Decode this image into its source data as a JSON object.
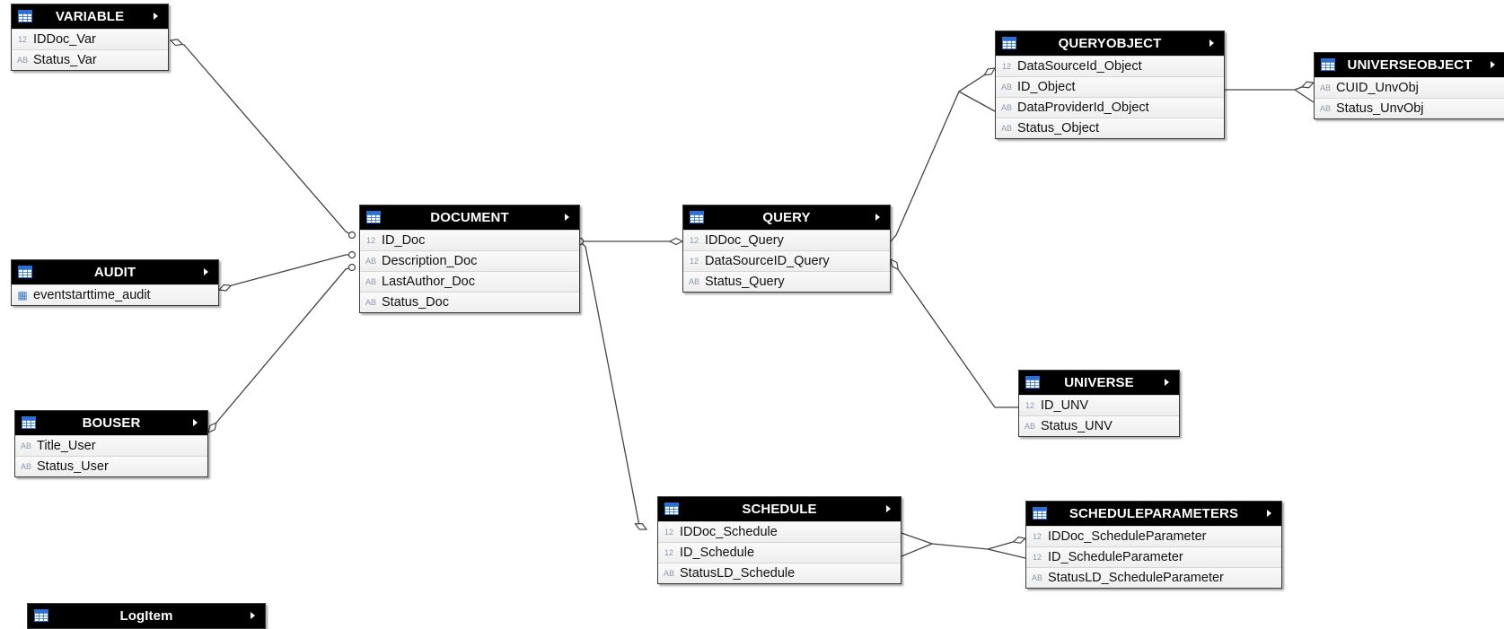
{
  "entities": {
    "variable": {
      "title": "VARIABLE",
      "fields": [
        {
          "type": "12",
          "name": "IDDoc_Var",
          "key": false
        },
        {
          "type": "AB",
          "name": "Status_Var",
          "key": true
        }
      ]
    },
    "audit": {
      "title": "AUDIT",
      "fields": [
        {
          "type": "date",
          "name": "eventstarttime_audit",
          "key": false
        }
      ]
    },
    "bouser": {
      "title": "BOUSER",
      "fields": [
        {
          "type": "AB",
          "name": "Title_User",
          "key": false
        },
        {
          "type": "AB",
          "name": "Status_User",
          "key": true
        }
      ]
    },
    "logitem": {
      "title": "LogItem",
      "fields": []
    },
    "document": {
      "title": "DOCUMENT",
      "fields": [
        {
          "type": "12",
          "name": "ID_Doc",
          "key": false
        },
        {
          "type": "AB",
          "name": "Description_Doc",
          "key": false
        },
        {
          "type": "AB",
          "name": "LastAuthor_Doc",
          "key": false
        },
        {
          "type": "AB",
          "name": "Status_Doc",
          "key": true
        }
      ]
    },
    "query": {
      "title": "QUERY",
      "fields": [
        {
          "type": "12",
          "name": "IDDoc_Query",
          "key": false
        },
        {
          "type": "12",
          "name": "DataSourceID_Query",
          "key": false
        },
        {
          "type": "AB",
          "name": "Status_Query",
          "key": true
        }
      ]
    },
    "queryobject": {
      "title": "QUERYOBJECT",
      "fields": [
        {
          "type": "12",
          "name": "DataSourceId_Object",
          "key": false
        },
        {
          "type": "AB",
          "name": "ID_Object",
          "key": false
        },
        {
          "type": "AB",
          "name": "DataProviderId_Object",
          "key": false
        },
        {
          "type": "AB",
          "name": "Status_Object",
          "key": true
        }
      ]
    },
    "universeobject": {
      "title": "UNIVERSEOBJECT",
      "fields": [
        {
          "type": "AB",
          "name": "CUID_UnvObj",
          "key": false
        },
        {
          "type": "AB",
          "name": "Status_UnvObj",
          "key": true
        }
      ]
    },
    "universe": {
      "title": "UNIVERSE",
      "fields": [
        {
          "type": "12",
          "name": "ID_UNV",
          "key": false
        },
        {
          "type": "AB",
          "name": "Status_UNV",
          "key": true
        }
      ]
    },
    "schedule": {
      "title": "SCHEDULE",
      "fields": [
        {
          "type": "12",
          "name": "IDDoc_Schedule",
          "key": false
        },
        {
          "type": "12",
          "name": "ID_Schedule",
          "key": false
        },
        {
          "type": "AB",
          "name": "StatusLD_Schedule",
          "key": true
        }
      ]
    },
    "scheduleparameters": {
      "title": "SCHEDULEPARAMETERS",
      "fields": [
        {
          "type": "12",
          "name": "IDDoc_ScheduleParameter",
          "key": false
        },
        {
          "type": "12",
          "name": "ID_ScheduleParameter",
          "key": false
        },
        {
          "type": "AB",
          "name": "StatusLD_ScheduleParameter",
          "key": true
        }
      ]
    }
  },
  "relationships": [
    {
      "from": "variable",
      "to": "document"
    },
    {
      "from": "audit",
      "to": "document"
    },
    {
      "from": "bouser",
      "to": "document"
    },
    {
      "from": "document",
      "to": "query"
    },
    {
      "from": "document",
      "to": "schedule"
    },
    {
      "from": "query",
      "to": "queryobject"
    },
    {
      "from": "query",
      "to": "universe"
    },
    {
      "from": "queryobject",
      "to": "universeobject"
    },
    {
      "from": "schedule",
      "to": "scheduleparameters"
    }
  ],
  "colors": {
    "header_bg": "#000000",
    "header_text": "#ffffff",
    "key_icon": "#d4a017",
    "type_icon": "#8a9bb0",
    "link_line": "#444444"
  }
}
